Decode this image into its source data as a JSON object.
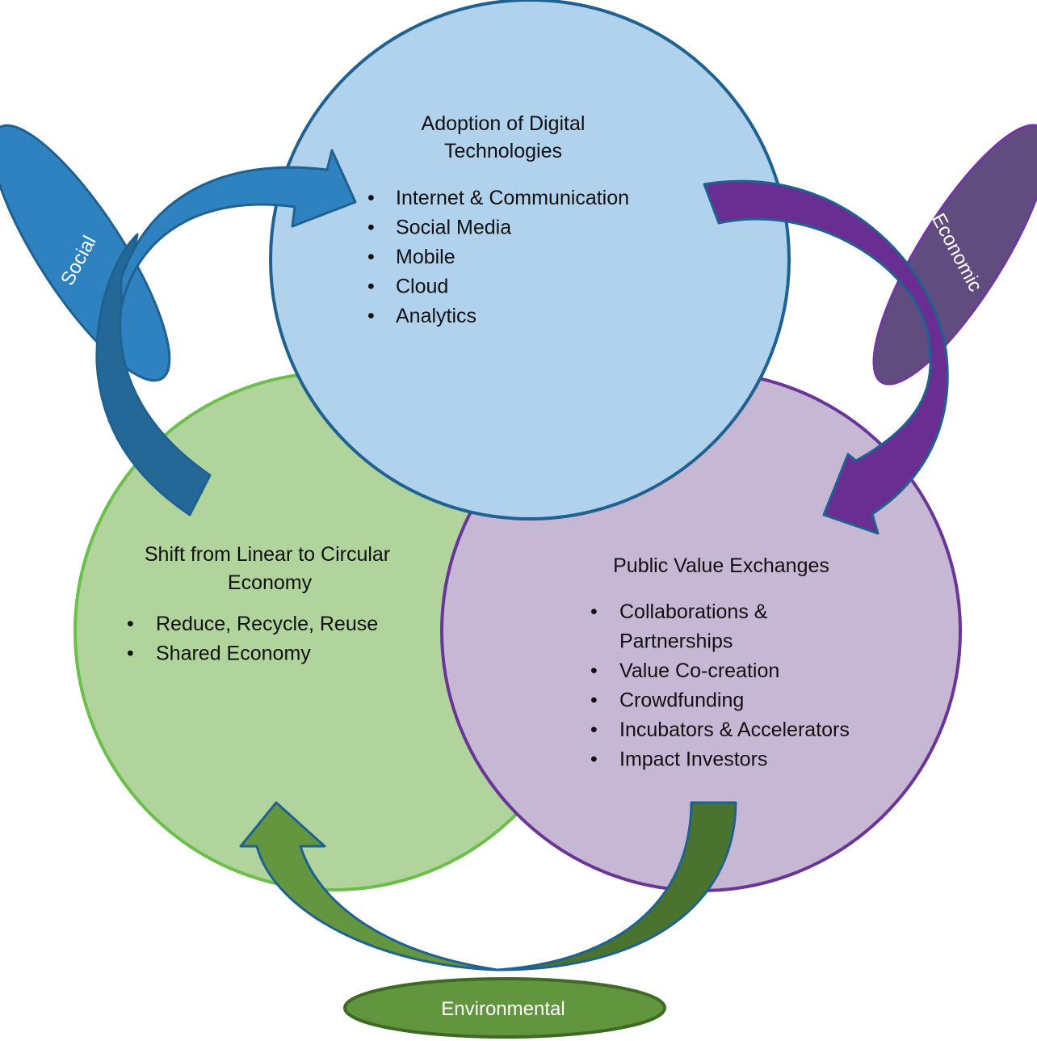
{
  "circles": {
    "digital": {
      "title_lines": [
        "Adoption of Digital",
        "Technologies"
      ],
      "items": [
        "Internet & Communication",
        "Social Media",
        "Mobile",
        "Cloud",
        "Analytics"
      ],
      "fill": "#b0d2ed",
      "stroke": "#1f6190"
    },
    "circular": {
      "title_lines": [
        "Shift from Linear to Circular",
        "Economy"
      ],
      "items": [
        "Reduce, Recycle, Reuse",
        "Shared Economy"
      ],
      "fill": "#b0d49c",
      "stroke": "#6cbf4a"
    },
    "public_value": {
      "title_lines": [
        "Public Value Exchanges"
      ],
      "items": [
        "Collaborations &",
        "Partnerships",
        "Value Co-creation",
        "Crowdfunding",
        "Incubators & Accelerators",
        "Impact Investors"
      ],
      "fill": "#c6b8d4",
      "stroke": "#6b3597"
    }
  },
  "dimensions": {
    "social": {
      "label": "Social",
      "fill": "#2e82c0",
      "stroke": "#1f6190"
    },
    "economic": {
      "label": "Economic",
      "fill": "#614c80",
      "stroke": "#7038a0"
    },
    "environmental": {
      "label": "Environmental",
      "fill": "#62963e",
      "stroke": "#3f6a24"
    }
  },
  "arrows": {
    "social": {
      "fill_light": "#2e82c0",
      "fill_dark": "#236897",
      "stroke": "#1f6190"
    },
    "economic": {
      "fill": "#6a2e92",
      "stroke": "#1f6190"
    },
    "environmental": {
      "fill_light": "#64963f",
      "fill_dark": "#4a7330",
      "stroke": "#1f6190"
    }
  },
  "bullet": "•"
}
